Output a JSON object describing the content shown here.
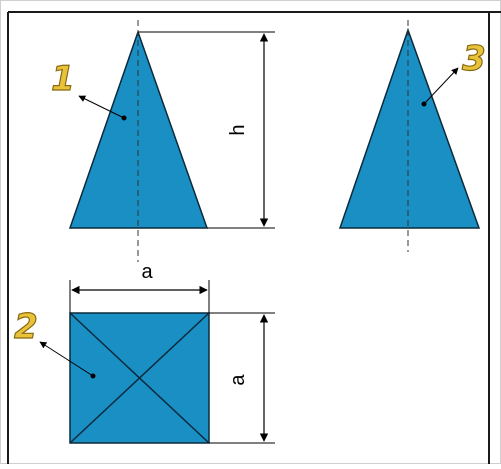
{
  "colors": {
    "fill": "#1a8fc4",
    "stroke": "#0b2a3b",
    "line": "#000000",
    "frame": "#1a1a1a",
    "number_fill": "#e8c33a",
    "number_stroke": "#8a6a12"
  },
  "labels": {
    "height": "h",
    "width_top": "a",
    "width_side": "a"
  },
  "views": {
    "front": {
      "number": "1"
    },
    "top": {
      "number": "2"
    },
    "side": {
      "number": "3"
    }
  }
}
